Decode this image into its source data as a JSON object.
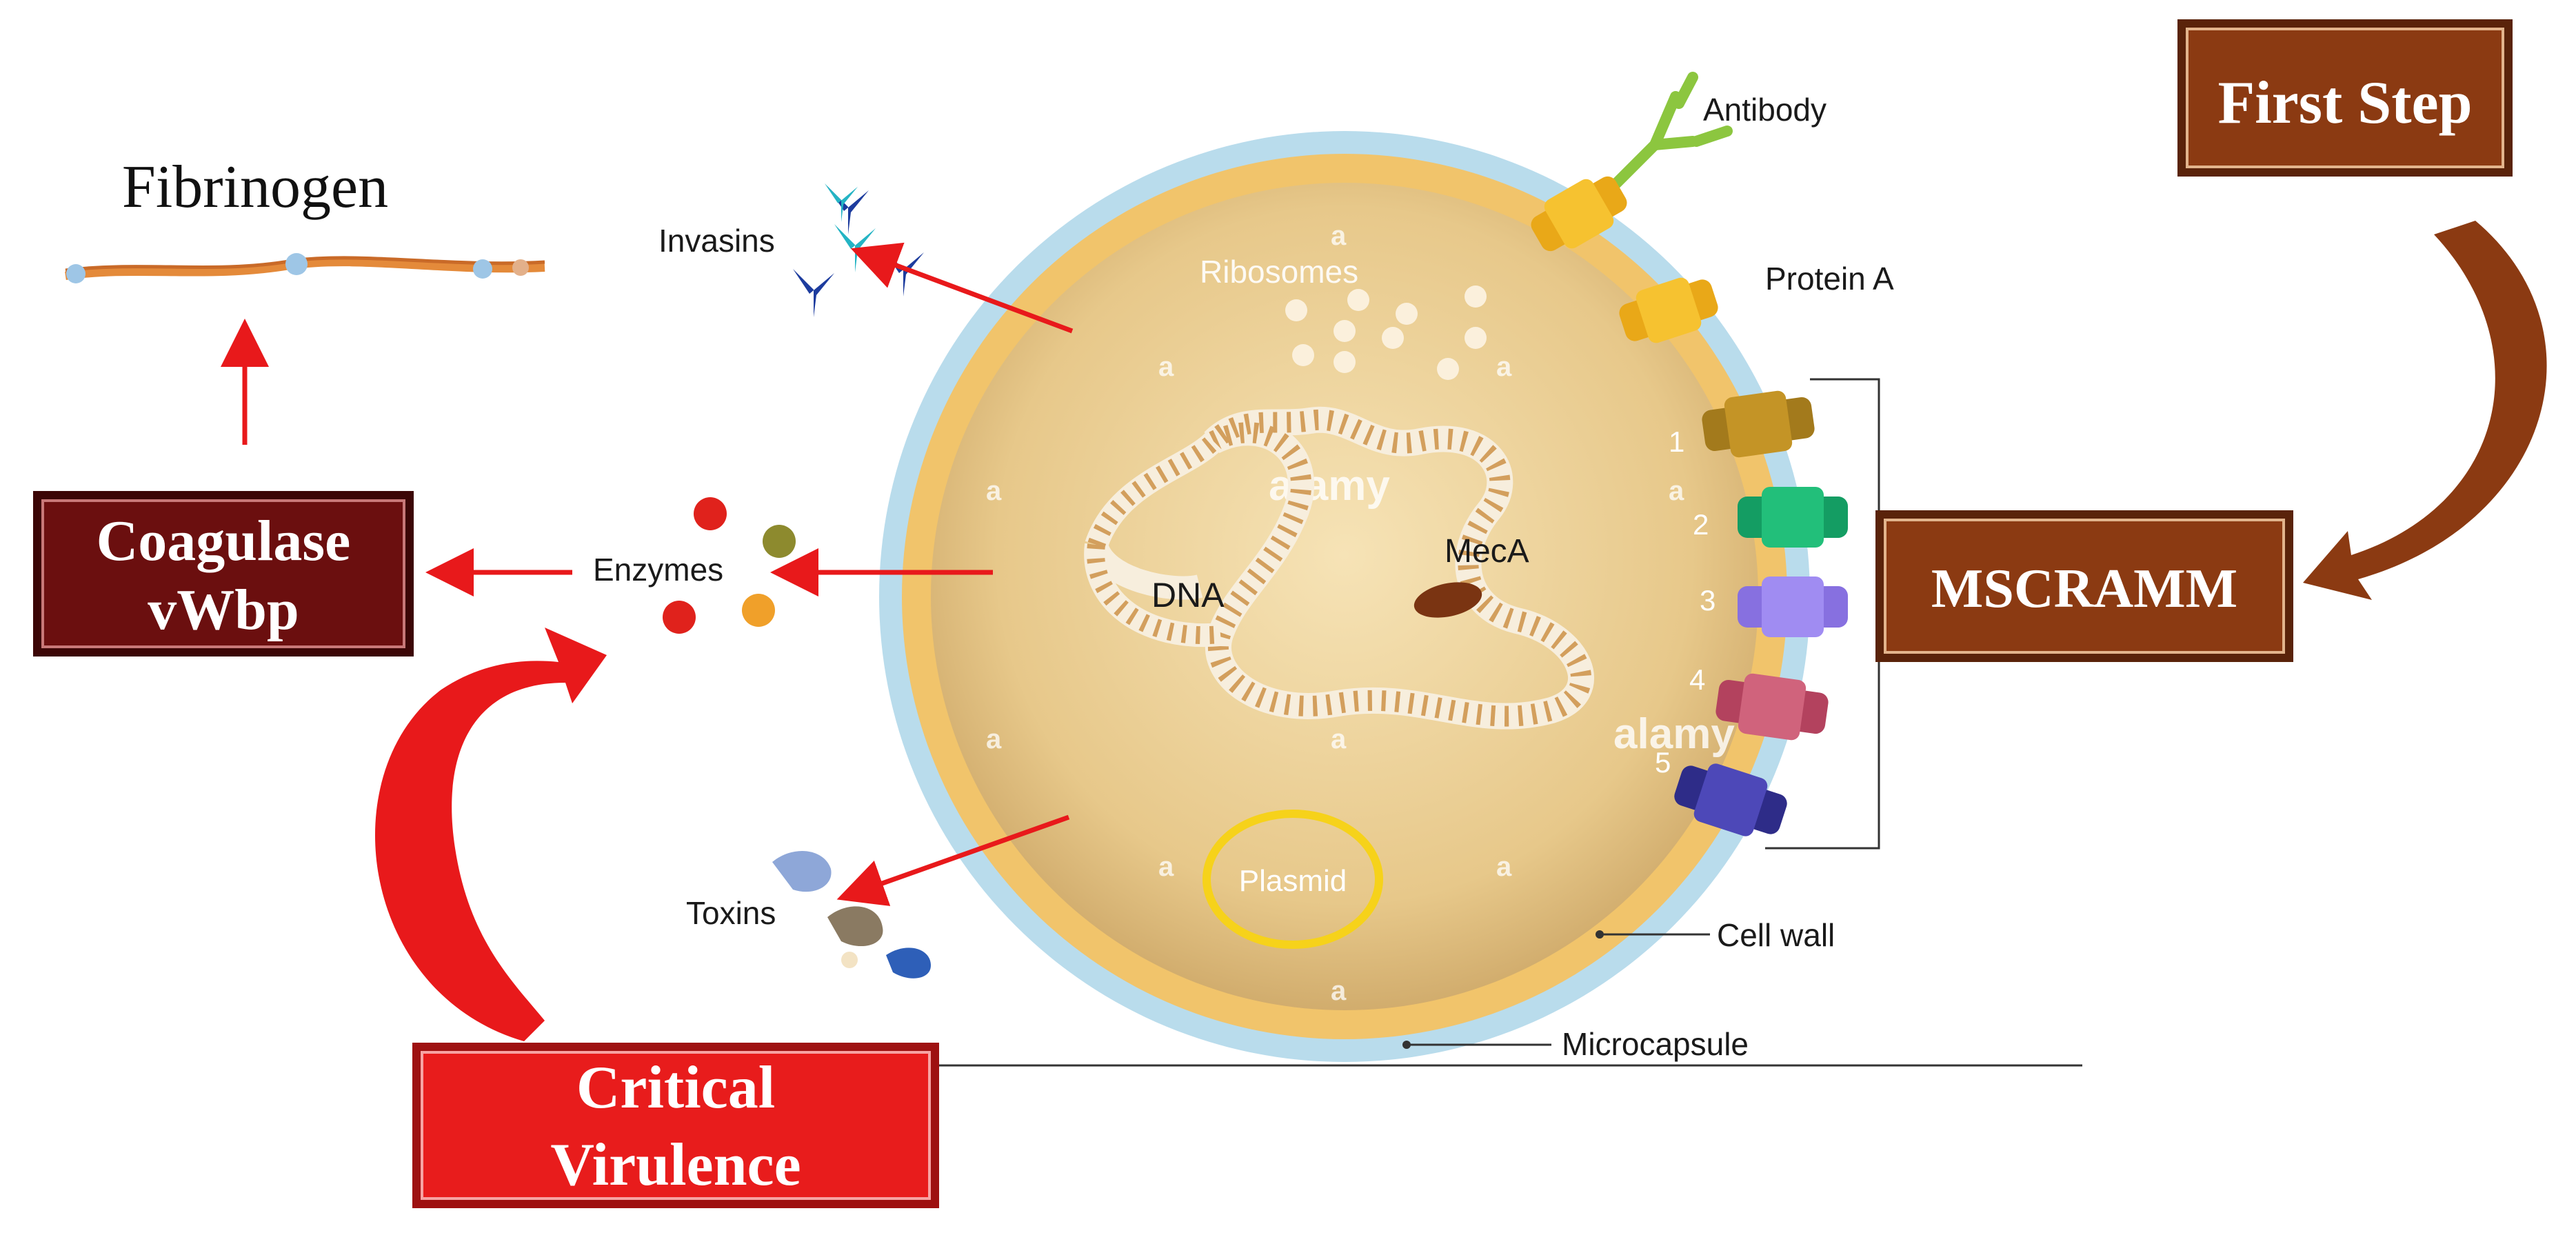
{
  "title": "Fibrinogen",
  "boxes": {
    "first_step": "First Step",
    "mscramm": "MSCRAMM",
    "coagulase_line1": "Coagulase",
    "coagulase_line2": "vWbp",
    "critical_line1": "Critical",
    "critical_line2": "Virulence"
  },
  "labels": {
    "antibody": "Antibody",
    "protein_a": "Protein A",
    "ribosomes": "Ribosomes",
    "invasins": "Invasins",
    "enzymes": "Enzymes",
    "toxins": "Toxins",
    "dna": "DNA",
    "meca": "MecA",
    "plasmid": "Plasmid",
    "cell_wall": "Cell wall",
    "microcapsule": "Microcapsule"
  },
  "receptor_numbers": [
    "1",
    "2",
    "3",
    "4",
    "5"
  ],
  "watermark": "alamy",
  "colors": {
    "brown_box": "#8b3a12",
    "dark_red_box": "#6b0f0f",
    "red_box": "#e81c1c",
    "arrow_red": "#e8191b",
    "arrow_brown": "#8b3a12",
    "microcapsule": "#b9dcec",
    "cell_wall": "#f1c46b",
    "cytoplasm": "#e9cc8e"
  }
}
